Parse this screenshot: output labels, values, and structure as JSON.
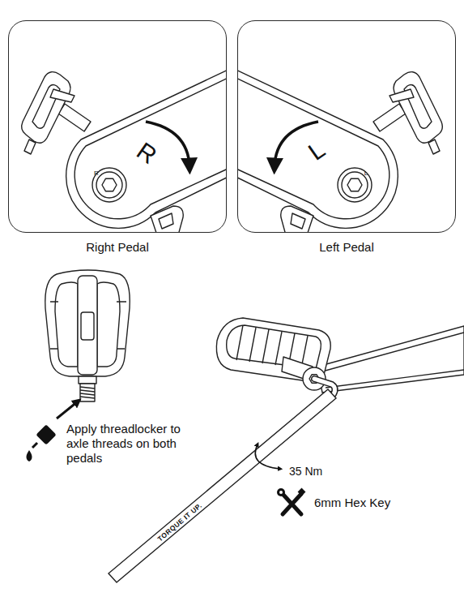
{
  "diagram": {
    "nodes": [
      {
        "text": [
          "R",
          "Right Pedal"
        ]
      },
      {
        "text": [
          "L",
          "Left Pedal"
        ]
      }
    ],
    "labels": [
      "R",
      "L",
      "Apply threadlocker to axle threads on both pedals",
      "35 Nm",
      "6mm Hex Key",
      "TORQUE IT UP."
    ]
  }
}
